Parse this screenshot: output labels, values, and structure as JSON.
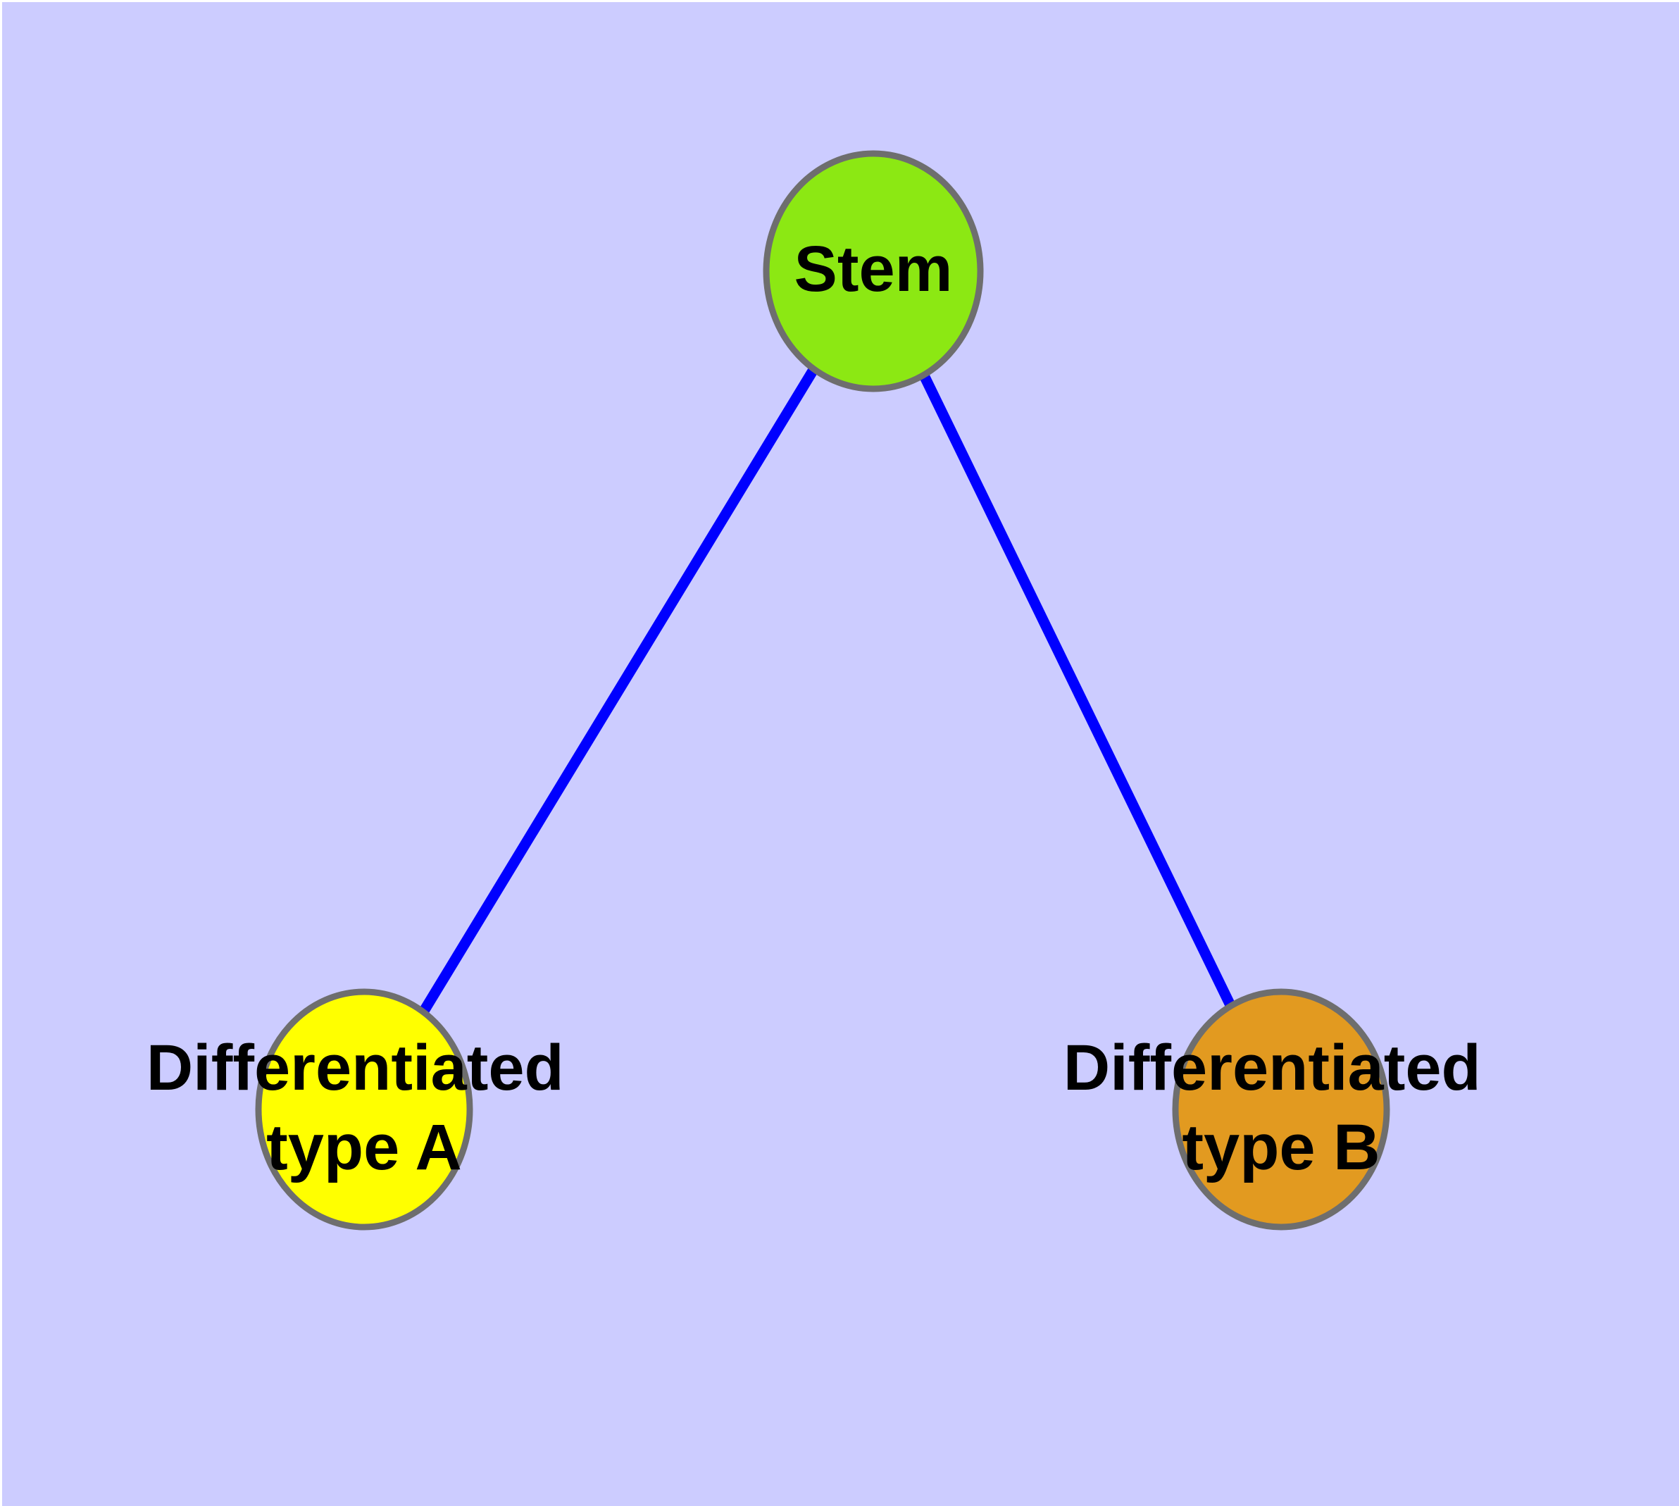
{
  "diagram": {
    "type": "graph",
    "description": "Stem cell differentiation tree with one stem node and two differentiated type nodes",
    "colors": {
      "background": "#CCCCFF",
      "margin": "#FFFFFF",
      "edge": "#0000FF",
      "node_border": "#6E6E6E",
      "label": "#000000"
    },
    "nodes": [
      {
        "id": "stem",
        "label": "Stem",
        "label_line1": "Stem",
        "label_line2": "",
        "fill": "#8CE813"
      },
      {
        "id": "differentiated-type-a",
        "label": "Differentiated type A",
        "label_line1": "Differentiated",
        "label_line2": "type A",
        "fill": "#FFFF00"
      },
      {
        "id": "differentiated-type-b",
        "label": "Differentiated type B",
        "label_line1": "Differentiated",
        "label_line2": "type B",
        "fill": "#E29A20"
      }
    ],
    "edges": [
      {
        "from": "stem",
        "to": "differentiated-type-a"
      },
      {
        "from": "stem",
        "to": "differentiated-type-b"
      }
    ]
  }
}
